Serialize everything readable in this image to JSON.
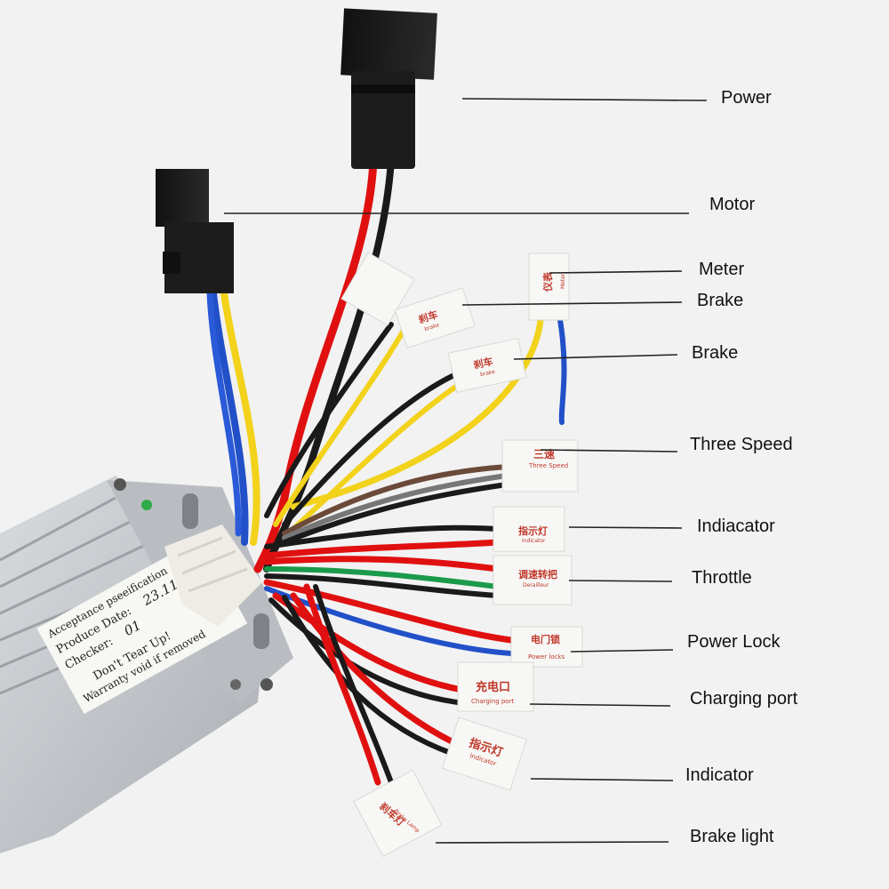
{
  "labels": {
    "power": "Power",
    "motor": "Motor",
    "meter": "Meter",
    "brake_1": "Brake",
    "brake_2": "Brake",
    "three_speed": "Three Speed",
    "indicator_1": "Indiacator",
    "throttle": "Throttle",
    "power_lock": "Power Lock",
    "charging_port": "Charging port",
    "indicator_2": "Indicator",
    "brake_light": "Brake light"
  },
  "connector_tags": {
    "meter_cn": "仪表",
    "meter_en": "Meter",
    "brake_cn": "刹车",
    "brake_en": "brake",
    "three_speed_cn": "三速",
    "three_speed_en": "Three Speed",
    "indicator_cn": "指示灯",
    "indicator_en": "Indicator",
    "derailleur_cn": "调速转把",
    "derailleur_en": "Derailleur",
    "power_lock_cn": "电门锁",
    "power_lock_en": "Power locks",
    "charging_cn": "充电口",
    "charging_en": "Charging port",
    "brake_light_cn": "刹车灯",
    "brake_light_en": "Brake Lamp"
  },
  "controller_sticker": {
    "line1": "Acceptance pseeification",
    "line2": "Produce Date:",
    "date": "23.11.30",
    "line3": "Checker:",
    "checker": "01",
    "line4": "Don't Tear Up!",
    "line5": "Warranty void if removed"
  },
  "colors": {
    "background": "#f2f2f2",
    "housing": "#c9ccd0",
    "wire_red": "#e01010",
    "wire_black": "#1a1a1a",
    "wire_yellow": "#f2d21a",
    "wire_blue": "#2250c8",
    "wire_green": "#1a9a4a",
    "connector_white": "#f7f7f5"
  }
}
